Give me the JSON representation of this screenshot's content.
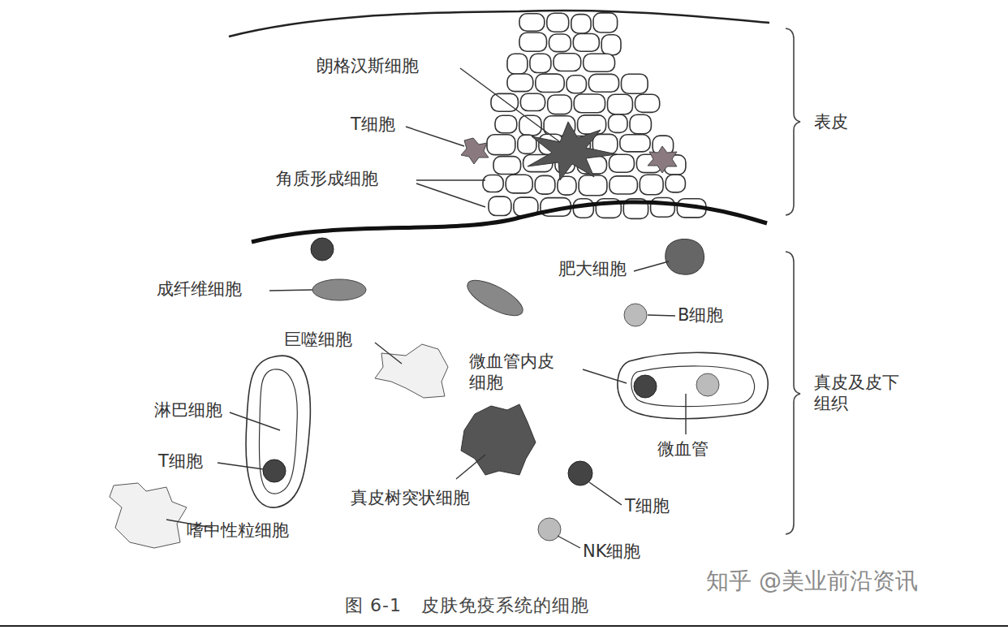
{
  "diagram": {
    "caption": "图 6-1   皮肤免疫系统的细胞",
    "labels": [
      "朗格汉斯细胞",
      "T细胞",
      "角质形成细胞",
      "表皮",
      "肥大细胞",
      "成纤维细胞",
      "B细胞",
      "巨噬细胞",
      "微血管内皮细胞",
      "淋巴细胞",
      "真皮及皮下组织",
      "微血管",
      "T细胞",
      "真皮树突状细胞",
      "T细胞",
      "嗜中性粒细胞",
      "NK细胞",
      "知乎 @美业前沿资讯"
    ]
  }
}
